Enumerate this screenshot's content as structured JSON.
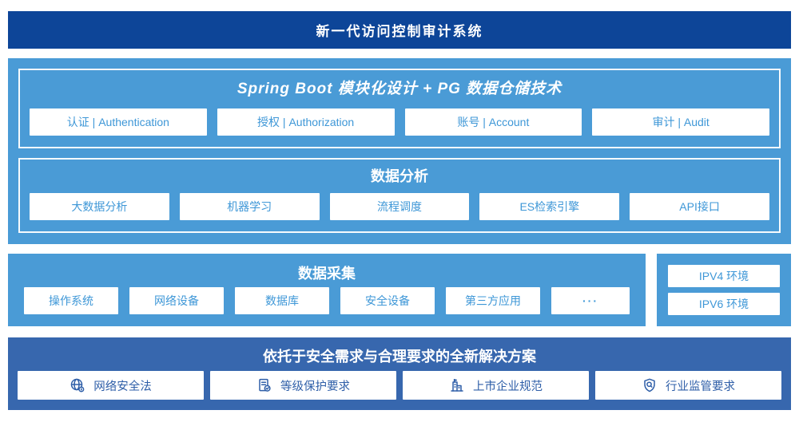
{
  "colors": {
    "banner_dark": "#0d4598",
    "panel_light_blue": "#4a9bd6",
    "panel_medium_blue": "#3767ae",
    "box_text_blue": "#3e97d7",
    "solution_text_blue": "#2f5fa8"
  },
  "banner": {
    "title": "新一代访问控制审计系统"
  },
  "platform": {
    "springboot": {
      "title": "Spring Boot 模块化设计 + PG 数据仓储技术",
      "items": [
        "认证 | Authentication",
        "授权 | Authorization",
        "账号 | Account",
        "审计 | Audit"
      ]
    },
    "analysis": {
      "title": "数据分析",
      "items": [
        "大数据分析",
        "机器学习",
        "流程调度",
        "ES检索引擎",
        "API接口"
      ]
    }
  },
  "collection": {
    "title": "数据采集",
    "items": [
      "操作系统",
      "网络设备",
      "数据库",
      "安全设备",
      "第三方应用",
      "···"
    ]
  },
  "environments": {
    "items": [
      "IPV4 环境",
      "IPV6 环境"
    ]
  },
  "solution": {
    "title": "依托于安全需求与合理要求的全新解决方案",
    "items": [
      {
        "icon": "globe-law-icon",
        "label": "网络安全法"
      },
      {
        "icon": "checklist-icon",
        "label": "等级保护要求"
      },
      {
        "icon": "building-icon",
        "label": "上市企业规范"
      },
      {
        "icon": "shield-search-icon",
        "label": "行业监管要求"
      }
    ]
  }
}
